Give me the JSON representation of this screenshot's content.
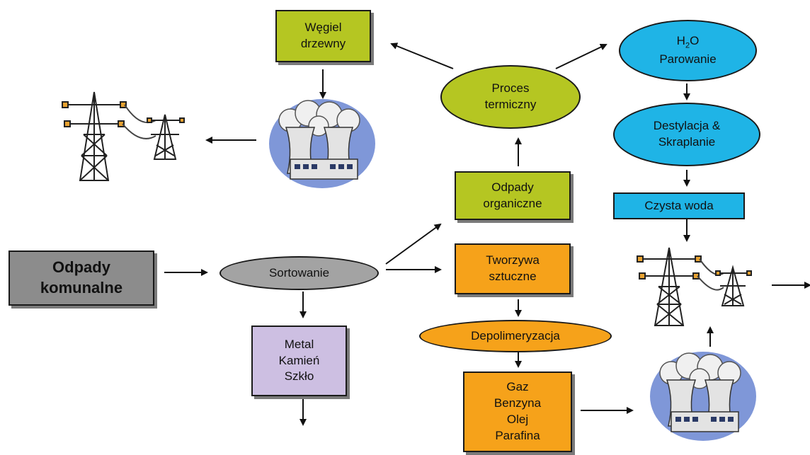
{
  "nodes": {
    "wegiel": "Węgiel\ndrzewny",
    "proces": "Proces\ntermiczny",
    "h2o_prefix": "H",
    "h2o_sub": "2",
    "h2o_suffix": "O",
    "parowanie": "Parowanie",
    "destylacja": "Destylacja &\nSkraplanie",
    "czysta_woda": "Czysta woda",
    "odpady_organiczne": "Odpady\norganiczne",
    "odpady_komunalne": "Odpady\nkomunalne",
    "sortowanie": "Sortowanie",
    "tworzywa": "Tworzywa\nsztuczne",
    "depolimeryzacja": "Depolimeryzacja",
    "metal": "Metal\nKamień\nSzkło",
    "gaz": "Gaz\nBenzyna\nOlej\nParafina"
  },
  "colors": {
    "green": "#b5c622",
    "blue": "#1fb4e6",
    "orange": "#f6a21a",
    "gray": "#8c8c8c",
    "purple": "#cdbfe2"
  },
  "icons": [
    "power-pylon-icon",
    "power-plant-icon"
  ]
}
